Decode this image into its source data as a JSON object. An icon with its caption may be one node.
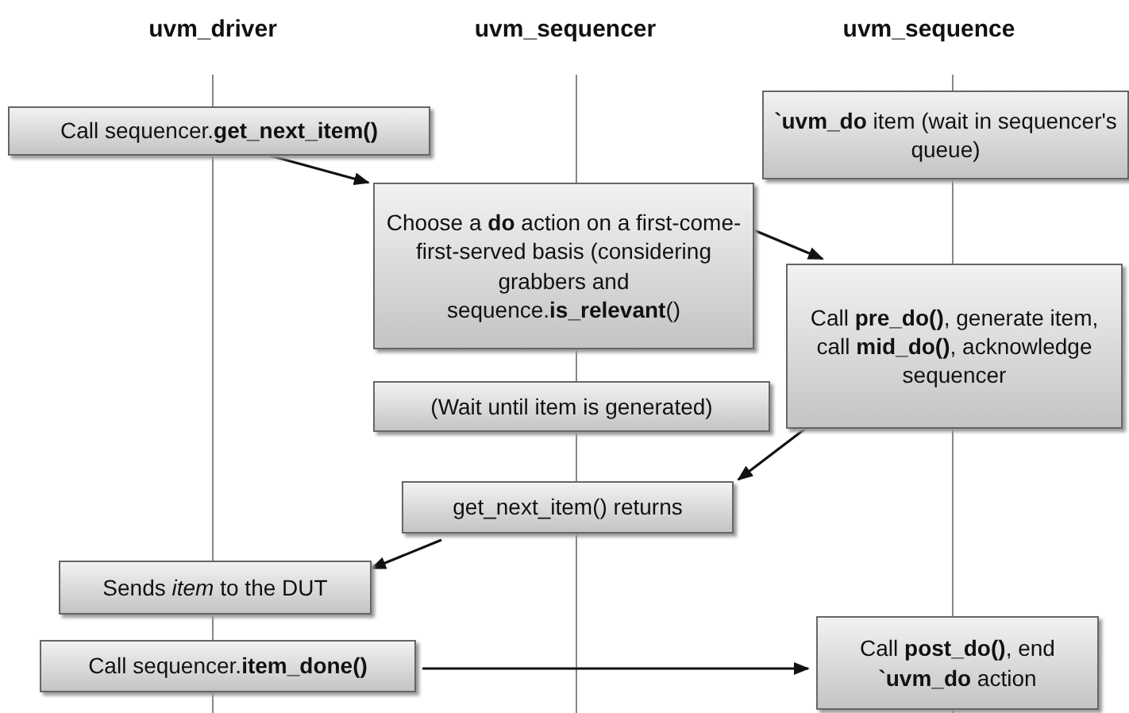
{
  "diagram": {
    "nodes": [
      {
        "text": [
          "Call sequencer.**get_next_item()**"
        ]
      },
      {
        "text": [
          "**`uvm_do** item (wait in sequencer's queue)"
        ]
      },
      {
        "text": [
          "Choose a **do** action on a first-come-first-served basis (considering grabbers and sequence.**is_relevant**()"
        ]
      },
      {
        "text": [
          "Call **pre_do()**, generate item, call **mid_do()**, acknowledge sequencer"
        ]
      },
      {
        "text": [
          "(Wait until item is generated)"
        ]
      },
      {
        "text": [
          "get_next_item() returns"
        ]
      },
      {
        "text": [
          "Sends *item* to the DUT"
        ]
      },
      {
        "text": [
          "Call sequencer.**item_done()**"
        ]
      },
      {
        "text": [
          "Call **post_do()**, end **`uvm_do** action"
        ]
      }
    ],
    "edges": [
      {
        "from": 0,
        "to": 2,
        "arrow": "to"
      },
      {
        "from": 2,
        "to": 3,
        "arrow": "to"
      },
      {
        "from": 3,
        "to": 5,
        "arrow": "to"
      },
      {
        "from": 5,
        "to": 6,
        "arrow": "to"
      },
      {
        "from": 7,
        "to": 8,
        "arrow": "to"
      }
    ],
    "labels": [
      "uvm_driver",
      "uvm_sequencer",
      "uvm_sequence"
    ]
  }
}
